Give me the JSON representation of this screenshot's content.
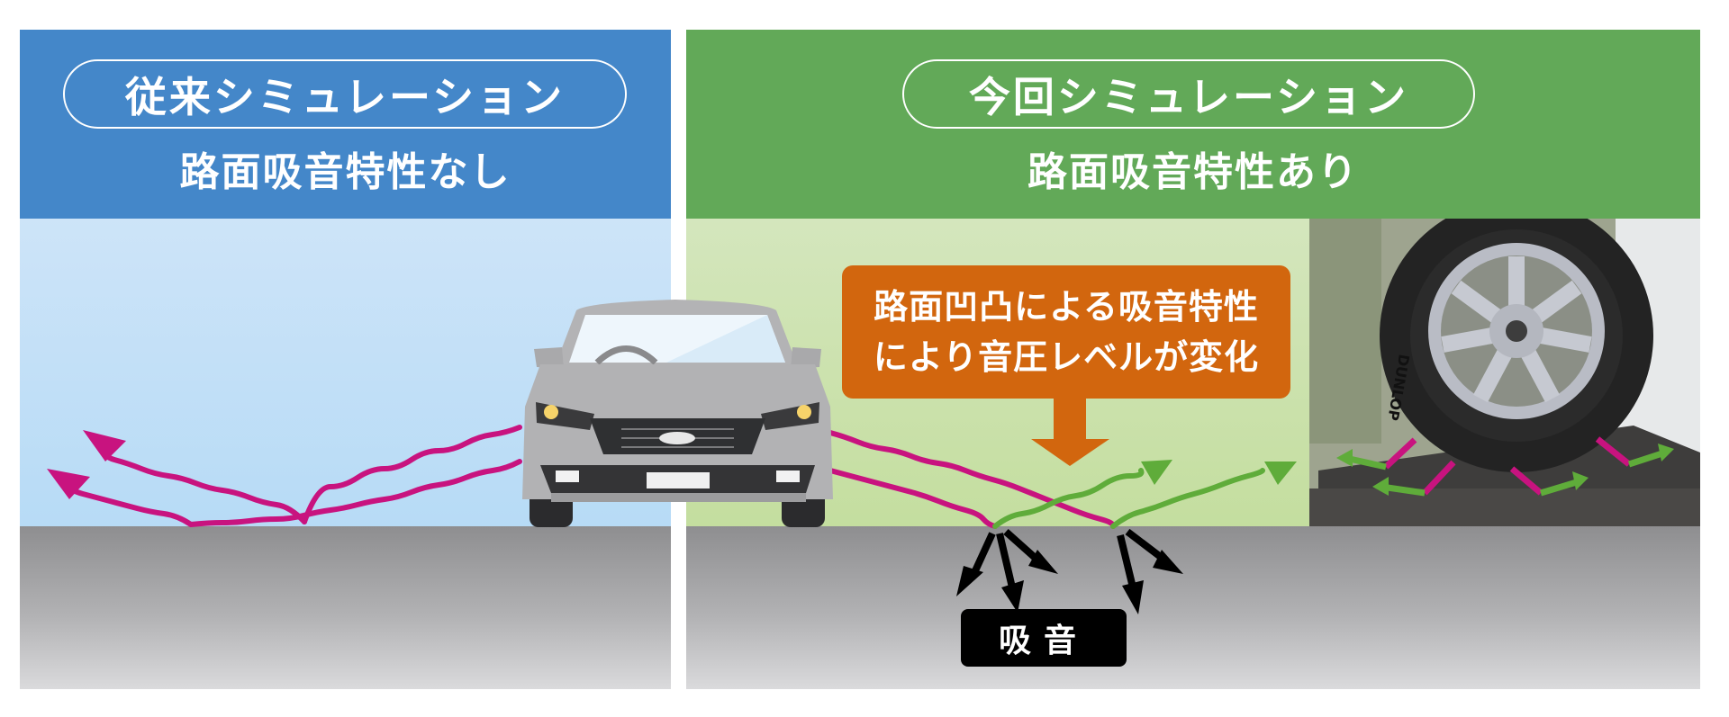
{
  "left_panel": {
    "title": "従来シミュレーション",
    "subtitle": "路面吸音特性なし",
    "header_color": "#4487c9",
    "sky_color": "#b7dbf6"
  },
  "right_panel": {
    "title": "今回シミュレーション",
    "subtitle": "路面吸音特性あり",
    "header_color": "#62a958",
    "sky_color": "#c4de9f",
    "callout": {
      "line1": "路面凹凸による吸音特性",
      "line2": "により音圧レベルが変化",
      "color": "#d2660e"
    },
    "absorption_label": "吸音",
    "photo": {
      "subject": "tire-on-road-surface-test-rig",
      "tire_brand": "DUNLOP"
    }
  },
  "colors": {
    "incident_wave": "#c8137f",
    "reflected_wave_absorbed": "#5fac3a",
    "absorption_arrow": "#000000",
    "ground_top": "#8e8e90",
    "ground_bottom": "#dadadc"
  }
}
